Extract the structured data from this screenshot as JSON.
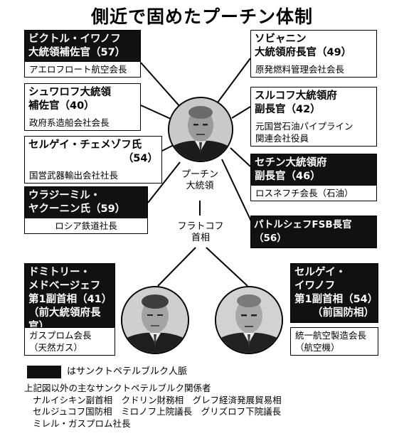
{
  "title": "側近で固めたプーチン体制",
  "putin": {
    "name_line1": "プーチン",
    "name_line2": "大統領"
  },
  "fradkov": {
    "name_line1": "フラトコフ",
    "name_line2": "首相"
  },
  "left_cards": [
    {
      "name1": "ビクトル・イワノフ",
      "name2": "大統領補佐官（57）",
      "sub1": "アエロフロート航空会長",
      "dark": true
    },
    {
      "name1": "シュワロフ大統領",
      "name2": "補佐官（40）",
      "sub1": "政府系造船会社会長",
      "dark": false
    },
    {
      "name1": "セルゲイ・チェメゾフ氏",
      "name2": "（54）",
      "sub1": "国営武器輸出会社社長",
      "dark": false
    },
    {
      "name1": "ウラジーミル・",
      "name2": "ヤクーニン氏（59）",
      "sub1": "ロシア鉄道社長",
      "dark": true
    }
  ],
  "right_cards": [
    {
      "name1": "ソビャニン",
      "name2": "大統領府長官（49）",
      "sub1": "原発燃料管理会社会長",
      "sub2": "",
      "dark": false
    },
    {
      "name1": "スルコフ大統領府",
      "name2": "副長官（42）",
      "sub1": "元国営石油パイプライン",
      "sub2": "関連会社役員",
      "dark": false
    },
    {
      "name1": "セチン大統領府",
      "name2": "副長官（46）",
      "sub1": "ロスネフチ会長（石油）",
      "sub2": "",
      "dark": true
    },
    {
      "name1": "パトルシェフFSB長官（56）",
      "name2": "",
      "sub1": "",
      "sub2": "",
      "dark": true
    }
  ],
  "medvedev": {
    "name1": "ドミトリー・",
    "name2": "メドベージェフ",
    "name3": "第1副首相（41）",
    "name4": "（前大統領府長官）",
    "sub1": "ガスプロム会長",
    "sub2": "（天然ガス）"
  },
  "ivanov": {
    "name1": "セルゲイ・",
    "name2": "イワノフ",
    "name3": "第1副首相（54）",
    "name4": "（前国防相）",
    "sub1": "統一航空製造会長",
    "sub2": "（航空機）"
  },
  "legend": {
    "text": "はサンクトペテルブルク人脈"
  },
  "others": {
    "heading": "上記図以外の主なサンクトペテルブルク関係者",
    "lines": [
      "ナルイシキン副首相　クドリン財務相　グレフ経済発展貿易相",
      "セルジュコフ国防相　ミロノフ上院議長　グリズロフ下院議長",
      "ミレル・ガスプロム社長"
    ]
  },
  "colors": {
    "dark_box": "#111111",
    "line": "#000000",
    "background": "#ffffff"
  }
}
